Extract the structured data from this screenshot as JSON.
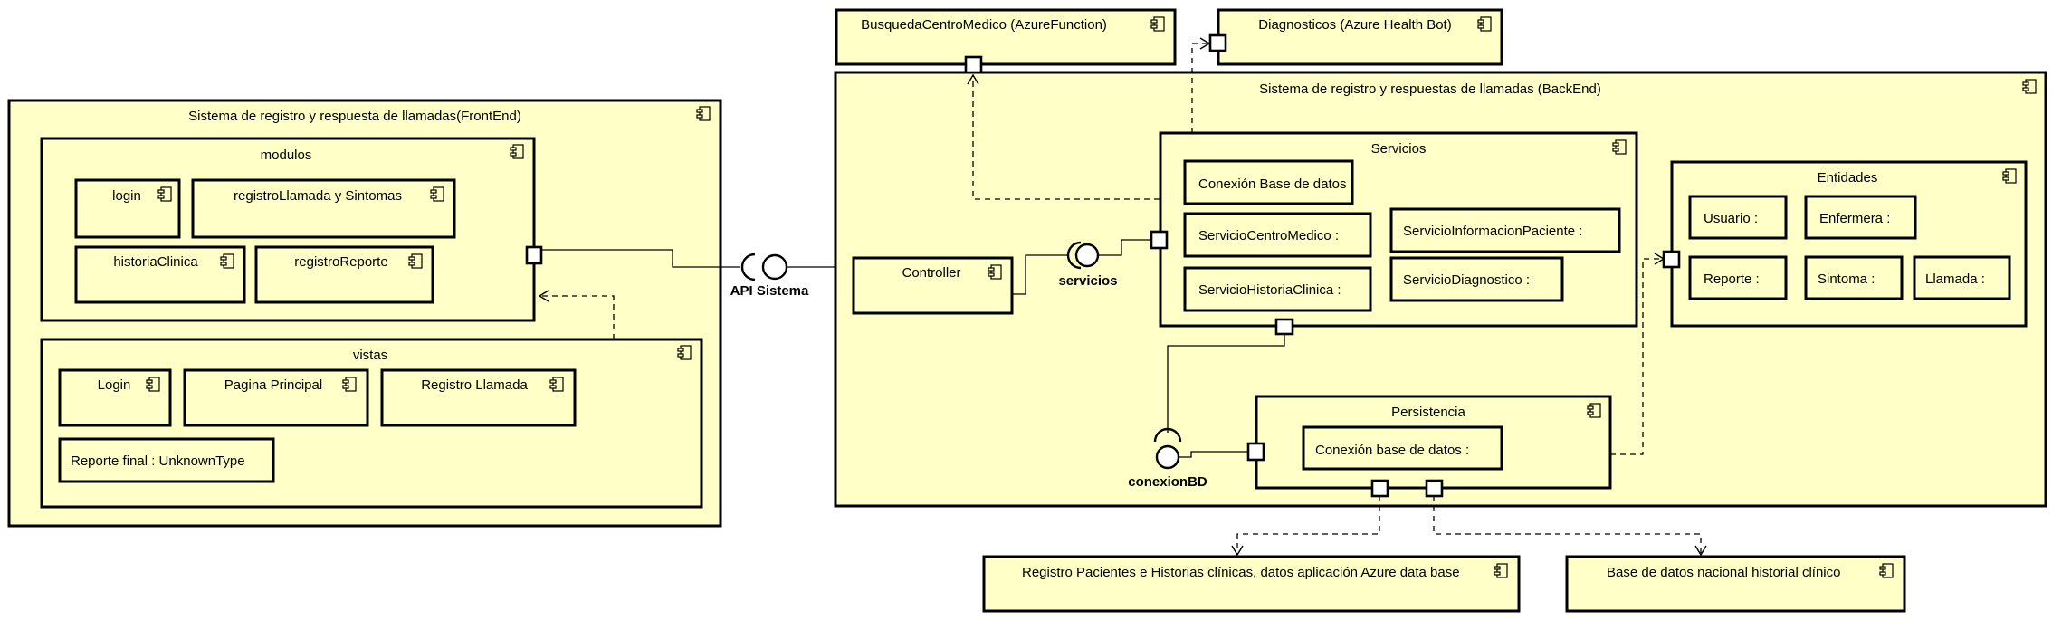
{
  "components": {
    "frontend": {
      "title": "Sistema de registro y respuesta de llamadas(FrontEnd)"
    },
    "modulos": {
      "title": "modulos",
      "items": [
        "login",
        "registroLlamada y Sintomas",
        "historiaClinica",
        "registroReporte"
      ]
    },
    "vistas": {
      "title": "vistas",
      "items": [
        "Login",
        "Pagina Principal",
        "Registro Llamada"
      ],
      "reporte": "Reporte final : UnknownType"
    },
    "backend": {
      "title": "Sistema de registro y respuestas de llamadas (BackEnd)"
    },
    "busqueda": {
      "title": "BusquedaCentroMedico (AzureFunction)"
    },
    "diagnosticos": {
      "title": "Diagnosticos (Azure Health Bot)"
    },
    "controller": {
      "title": "Controller"
    },
    "servicios": {
      "title": "Servicios",
      "items": [
        "Conexión Base de datos :",
        "ServicioCentroMedico :",
        "ServicioHistoriaClinica :",
        "ServicioInformacionPaciente :",
        "ServicioDiagnostico :"
      ]
    },
    "entidades": {
      "title": "Entidades",
      "items": [
        "Usuario :",
        "Enfermera :",
        "Reporte :",
        "Sintoma :",
        "Llamada :"
      ]
    },
    "persistencia": {
      "title": "Persistencia",
      "items": [
        "Conexión base de datos :"
      ]
    },
    "registro_db": {
      "title": "Registro Pacientes e Historias clínicas, datos aplicación Azure data base"
    },
    "nacional_db": {
      "title": "Base de datos nacional historial clínico"
    }
  },
  "interfaces": {
    "api": "API Sistema",
    "servicios": "servicios",
    "conexion": "conexionBD"
  },
  "colors": {
    "component_fill": "#ffffc8",
    "border": "#000000"
  }
}
